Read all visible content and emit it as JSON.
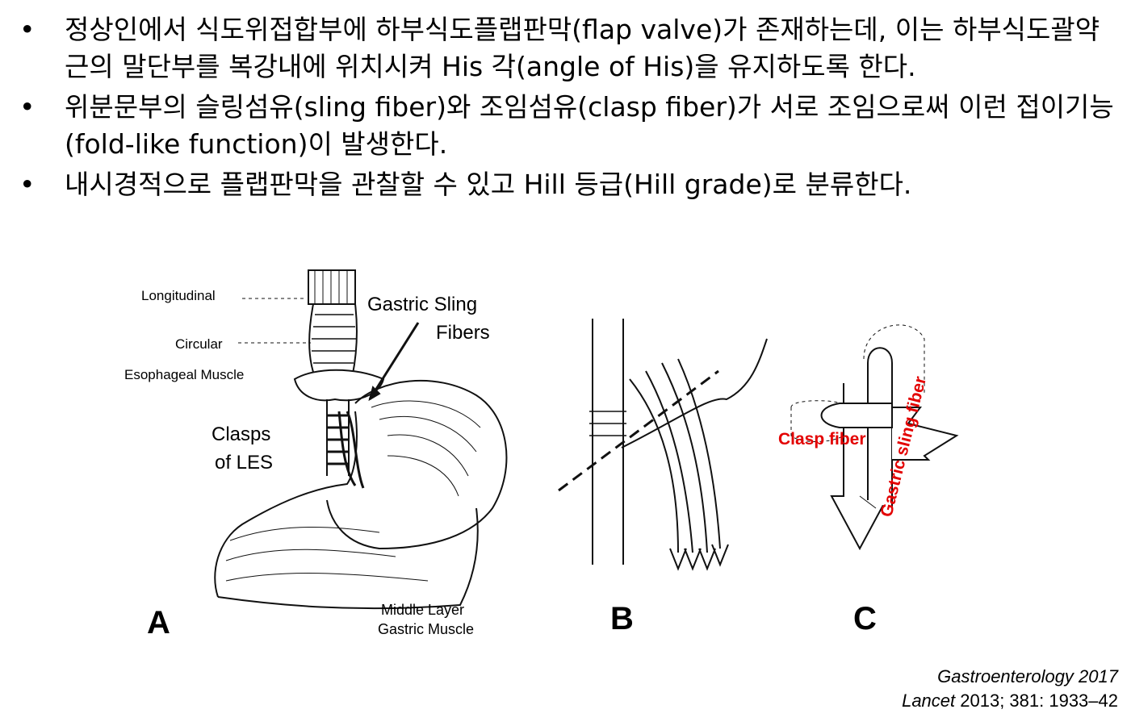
{
  "bullets": [
    {
      "text": "정상인에서 식도위접합부에 하부식도플랩판막(flap valve)가 존재하는데, 이는 하부식도괄약근의 말단부를 복강내에 위치시켜 His 각(angle of His)을 유지하도록 한다."
    },
    {
      "text": "위분문부의 슬링섬유(sling fiber)와 조임섬유(clasp fiber)가 서로 조임으로써 이런 접이기능(fold-like function)이 발생한다."
    },
    {
      "text": "내시경적으로 플랩판막을 관찰할 수 있고 Hill 등급(Hill grade)로 분류한다."
    }
  ],
  "bullet_symbol": "•",
  "figure": {
    "panel_a": {
      "letter": "A",
      "label_longitudinal": "Longitudinal",
      "label_circular": "Circular",
      "label_esophageal": "Esophageal Muscle",
      "label_sling_1": "Gastric Sling",
      "label_sling_2": "Fibers",
      "label_clasps_1": "Clasps",
      "label_clasps_2": "of LES",
      "label_middle_1": "Middle Layer",
      "label_middle_2": "Gastric Muscle"
    },
    "panel_b": {
      "letter": "B"
    },
    "panel_c": {
      "letter": "C",
      "label_clasp": "Clasp fiber",
      "label_sling": "Gastric sling fiber",
      "label_color": "#e30000"
    }
  },
  "references": {
    "ref1_journal": "Gastroenterology 2017",
    "ref2_journal": "Lancet",
    "ref2_rest": " 2013; 381: 1933–42"
  }
}
